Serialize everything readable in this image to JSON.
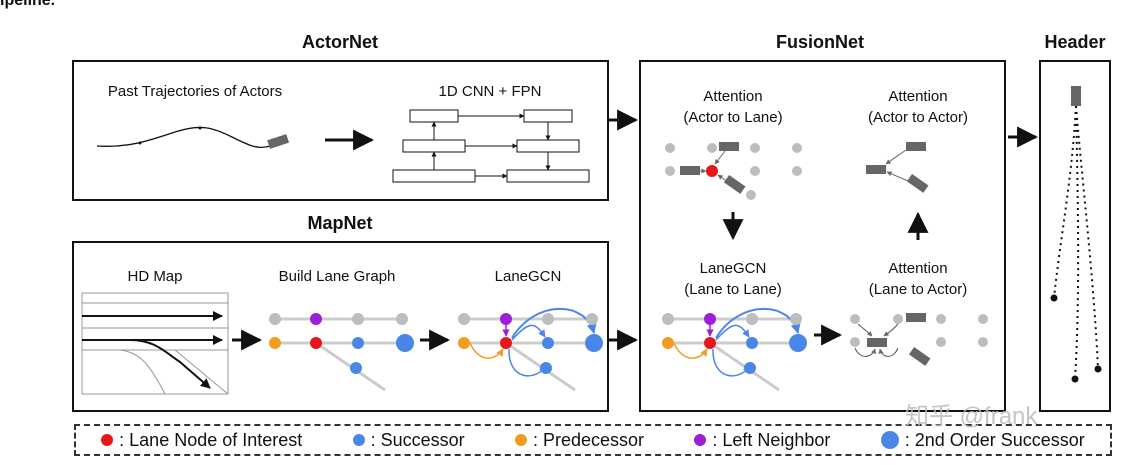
{
  "top_fragment": "ipeline.",
  "actornet": {
    "title": "ActorNet",
    "past_label": "Past Trajectories of Actors",
    "cnn_label": "1D CNN + FPN"
  },
  "mapnet": {
    "title": "MapNet",
    "hdmap_label": "HD Map",
    "build_label": "Build Lane Graph",
    "lanegcn_label": "LaneGCN"
  },
  "fusionnet": {
    "title": "FusionNet",
    "a2l_line1": "Attention",
    "a2l_line2": "(Actor to Lane)",
    "a2a_line1": "Attention",
    "a2a_line2": "(Actor to Actor)",
    "l2l_line1": "LaneGCN",
    "l2l_line2": "(Lane to Lane)",
    "l2a_line1": "Attention",
    "l2a_line2": "(Lane to Actor)"
  },
  "header": {
    "title": "Header"
  },
  "legend": {
    "items": [
      {
        "label": ": Lane Node of Interest",
        "color": "#e8161b"
      },
      {
        "label": ": Successor",
        "color": "#4a86e8"
      },
      {
        "label": ": Predecessor",
        "color": "#f39c1f"
      },
      {
        "label": ": Left Neighbor",
        "color": "#9b1fd6"
      },
      {
        "label": ": 2nd Order Successor",
        "color": "#4a86e8"
      }
    ]
  },
  "watermark": "知乎 @frank",
  "colors": {
    "interest": "#e8161b",
    "successor": "#4a86e8",
    "predecessor": "#f39c1f",
    "left_neighbor": "#9b1fd6",
    "node_gray": "#bdbdbd",
    "actor_gray": "#666666"
  }
}
